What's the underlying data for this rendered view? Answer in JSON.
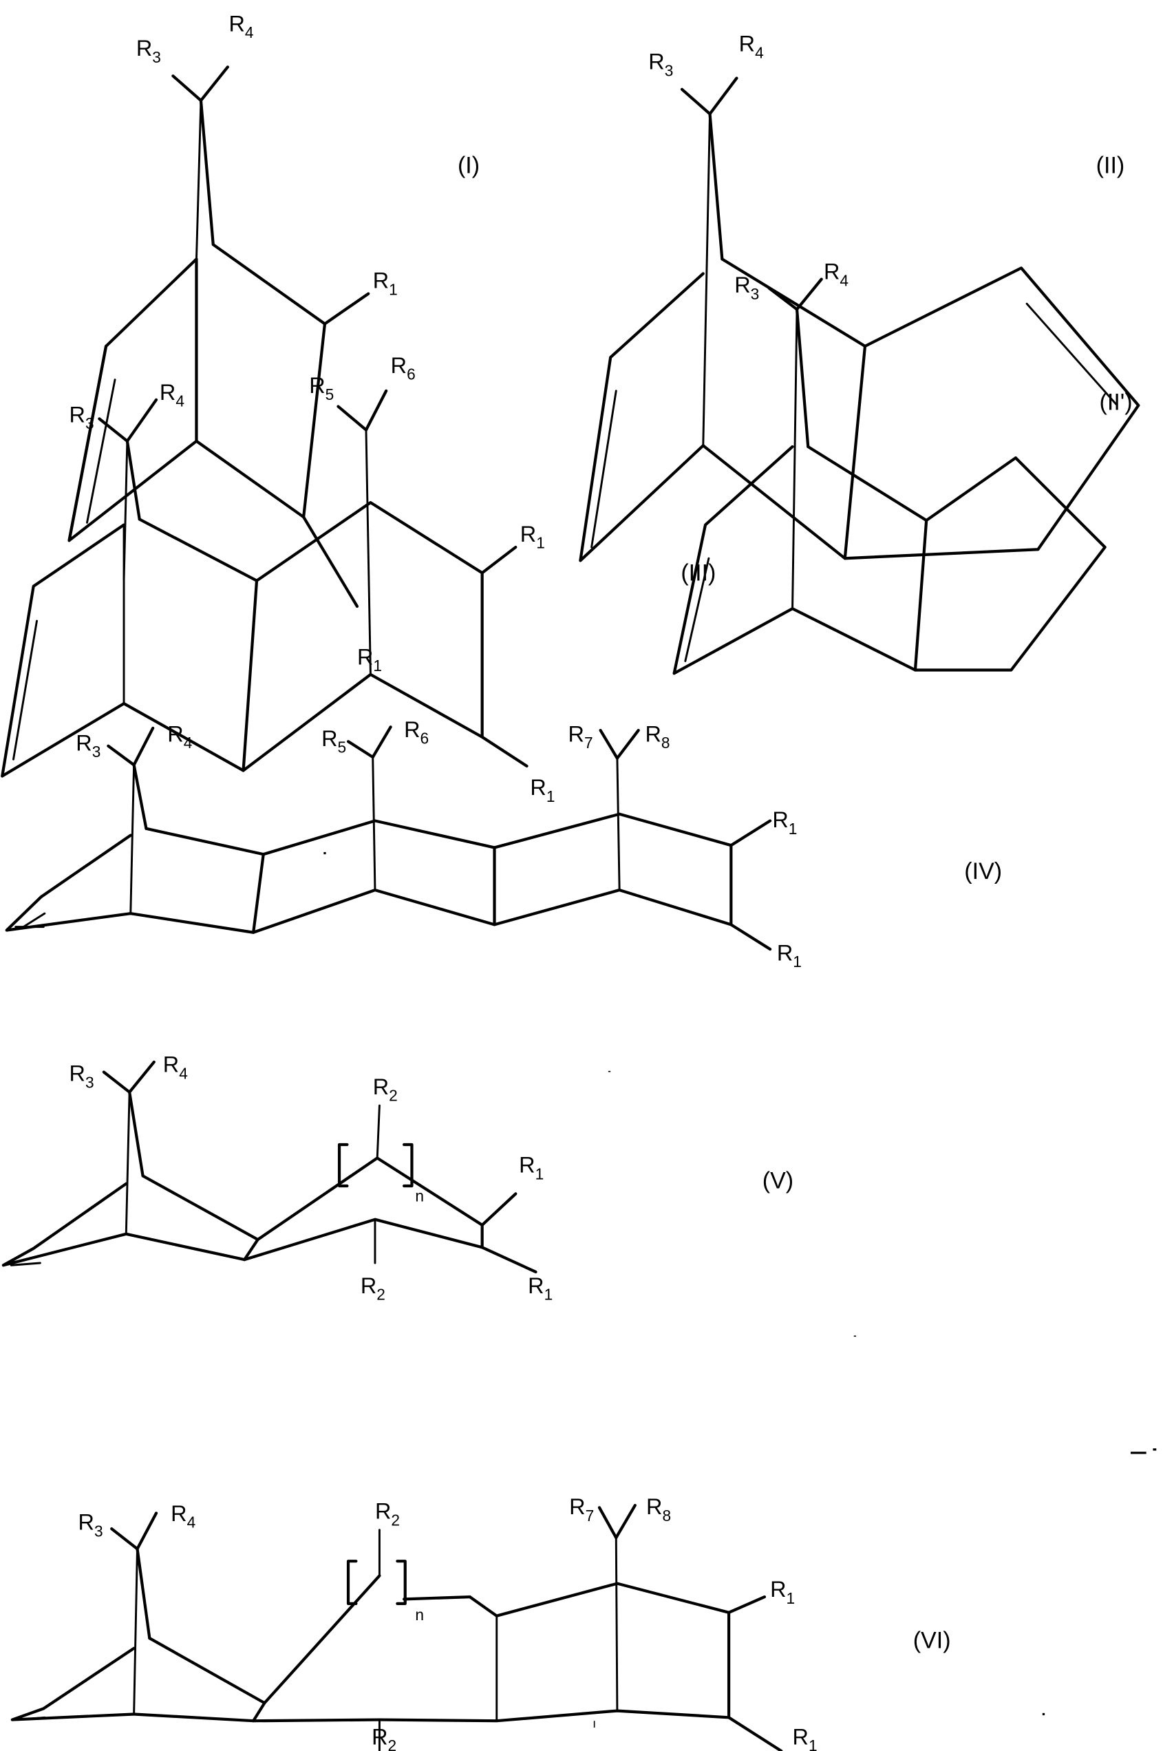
{
  "document": {
    "type": "chemical structure sheet",
    "structures": [
      {
        "id": "I",
        "label": "(I)",
        "substituents": {
          "bridge": [
            "R",
            "3",
            "R",
            "4"
          ],
          "r1_top": [
            "R",
            "1"
          ],
          "r1_bottom": [
            "R",
            "1"
          ]
        }
      },
      {
        "id": "II",
        "label": "(II)",
        "substituents": {
          "bridge": [
            "R",
            "3",
            "R",
            "4"
          ]
        }
      },
      {
        "id": "II_prime",
        "label": "(II')",
        "substituents": {
          "bridge": [
            "R",
            "3",
            "R",
            "4"
          ]
        }
      },
      {
        "id": "III",
        "label": "(III)",
        "substituents": {
          "bridge1": [
            "R",
            "3",
            "R",
            "4"
          ],
          "bridge2": [
            "R",
            "5",
            "R",
            "6"
          ],
          "r1_top": [
            "R",
            "1"
          ],
          "r1_bottom": [
            "R",
            "1"
          ]
        }
      },
      {
        "id": "IV",
        "label": "(IV)",
        "substituents": {
          "bridge1": [
            "R",
            "3",
            "R",
            "4"
          ],
          "bridge2": [
            "R",
            "5",
            "R",
            "6"
          ],
          "bridge3": [
            "R",
            "7",
            "R",
            "8"
          ],
          "r1_top": [
            "R",
            "1"
          ],
          "r1_bottom": [
            "R",
            "1"
          ]
        }
      },
      {
        "id": "V",
        "label": "(V)",
        "substituents": {
          "bridge": [
            "R",
            "3",
            "R",
            "4"
          ],
          "r2_top": [
            "R",
            "2"
          ],
          "r2_bottom": [
            "R",
            "2"
          ],
          "repeat_index": "n",
          "r1_top": [
            "R",
            "1"
          ],
          "r1_bottom": [
            "R",
            "1"
          ]
        }
      },
      {
        "id": "VI",
        "label": "(VI)",
        "substituents": {
          "bridge1": [
            "R",
            "3",
            "R",
            "4"
          ],
          "bridge2": [
            "R",
            "7",
            "R",
            "8"
          ],
          "r2_top": [
            "R",
            "2"
          ],
          "r2_bottom": [
            "R",
            "2"
          ],
          "repeat_index": "n",
          "r1_top": [
            "R",
            "1"
          ],
          "r1_bottom": [
            "R",
            "1"
          ]
        }
      }
    ]
  }
}
